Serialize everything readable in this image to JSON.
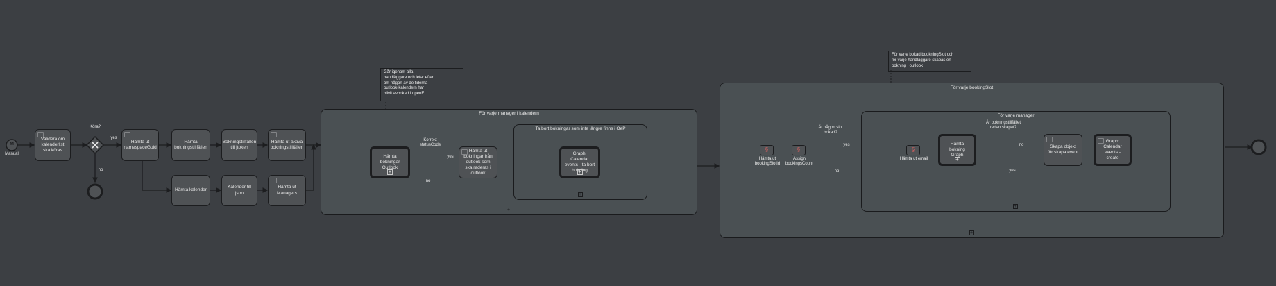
{
  "start_event": {
    "symbol": "M",
    "label": "Manual"
  },
  "tasks_top": [
    {
      "id": "validate",
      "label": "Validera om kalenderlist ska köras"
    },
    {
      "id": "namespace",
      "label": "Hämta ut namespaceGuid"
    },
    {
      "id": "bookings1",
      "label": "Hämta bokningstillfällen"
    },
    {
      "id": "bookings_json",
      "label": "Bokningstillfällen till jtoken"
    },
    {
      "id": "active",
      "label": "Hämta ut aktiva bokningstillfällen"
    }
  ],
  "tasks_bottom": [
    {
      "id": "calendar",
      "label": "Hämta kalender"
    },
    {
      "id": "calendar_json",
      "label": "Kalender till json"
    },
    {
      "id": "managers",
      "label": "Hämta ut Managers"
    }
  ],
  "gateway1": {
    "question": "Köra?",
    "yes": "yes",
    "no": "no"
  },
  "annotation1": "Går igenom alla\nhandläggare och letar efter\nom någon av de tiderna i\noutlook-kalendern har\nblivit avbokad i openE",
  "subprocess1": {
    "title": "För varje manager i kalendern",
    "task_outlook": "Hämta bokningar Outlook",
    "gateway_q": "Korrekt statusCode",
    "yes": "yes",
    "no": "no",
    "task_fetch": "Hämta ut bokningar från outlook som ska raderas i outlook",
    "inner": {
      "title": "Ta bort bokningar som inte längre finns i OeP",
      "task": "Graph: Calendar events - ta bort bokning"
    }
  },
  "annotation2": "För varje bokad bookningSlot och\nför varje handläggare skapas en\nbokning i outlook",
  "subprocess2": {
    "title": "För varje bookingSlot",
    "task_slot": "Hämta ut bookingSlotId",
    "task_count": "Assign bookingsCount",
    "gateway_q": "Är någon slot bokad?",
    "yes": "yes",
    "no": "no",
    "inner": {
      "title": "För varje manager",
      "task_email": "Hämta ut email",
      "task_graph": "Hämta bokning Graph",
      "gateway_q": "Är bokningstillfället redan skapat?",
      "no": "no",
      "yes": "yes",
      "task_create_obj": "Skapa objekt för skapa event",
      "task_create": "Graph: Calendar events - create"
    }
  },
  "colors": {
    "background": "#3c3f43",
    "task": "#4f5255",
    "subprocess": "#4a5053",
    "stroke": "#1c1d1f",
    "script_icon": "#e06060"
  }
}
